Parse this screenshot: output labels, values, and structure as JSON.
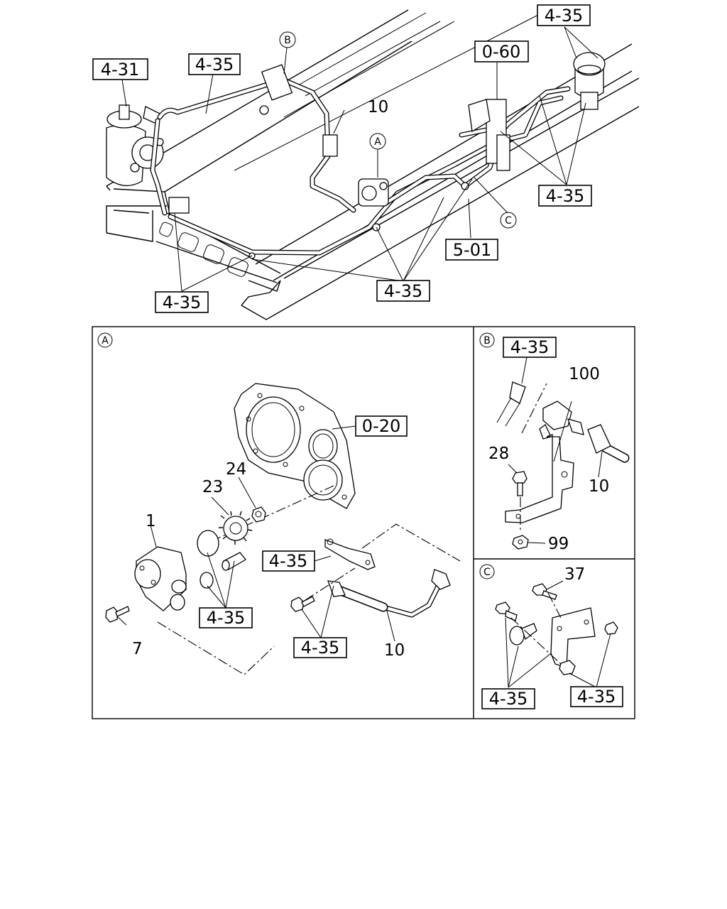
{
  "labels": {
    "top_4_35_a": "4-35",
    "top_4_31": "4-31",
    "top_4_35_b": "4-35",
    "top_0_60": "0-60",
    "top_4_35_c": "4-35",
    "top_5_01": "5-01",
    "top_4_35_d": "4-35",
    "top_4_35_e": "4-35",
    "a_0_20": "0-20",
    "a_4_35_a": "4-35",
    "a_4_35_b": "4-35",
    "a_4_35_c": "4-35",
    "b_4_35": "4-35",
    "c_4_35_a": "4-35",
    "c_4_35_b": "4-35"
  },
  "callouts": {
    "top_b": "B",
    "top_a": "A",
    "top_c": "C",
    "panel_a": "A",
    "panel_b": "B",
    "panel_c": "C"
  },
  "numbers": {
    "top_10": "10",
    "a_1": "1",
    "a_23": "23",
    "a_24": "24",
    "a_7": "7",
    "a_10": "10",
    "b_100": "100",
    "b_28": "28",
    "b_10": "10",
    "b_99": "99",
    "c_37": "37"
  }
}
